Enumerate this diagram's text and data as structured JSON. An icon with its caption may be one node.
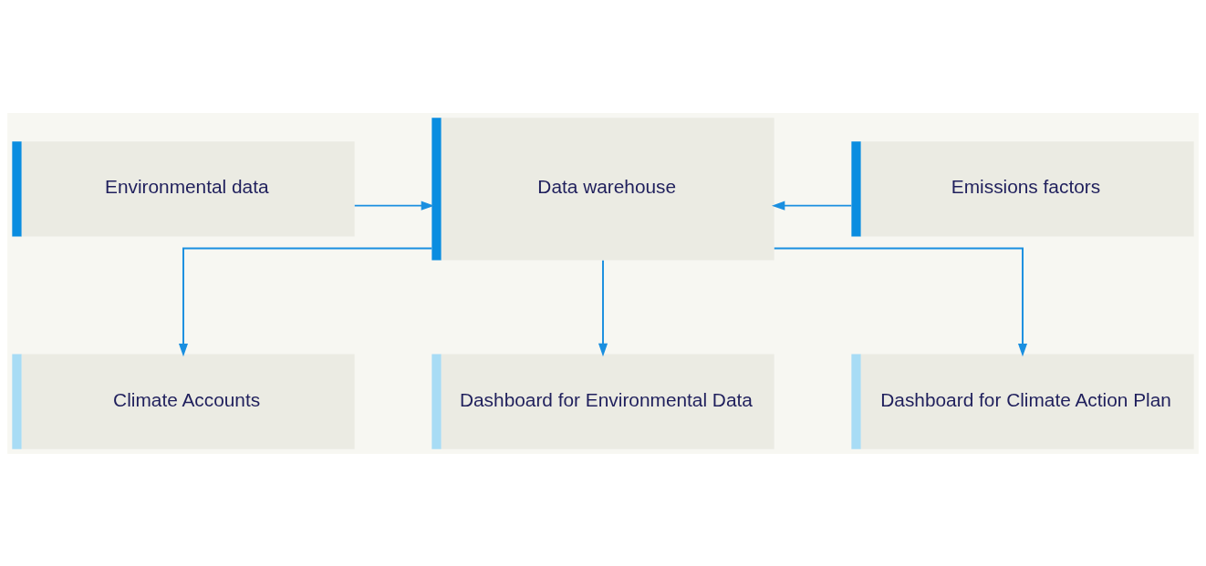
{
  "diagram": {
    "nodes": [
      {
        "text": [
          "Environmental data"
        ]
      },
      {
        "text": [
          "Data warehouse"
        ]
      },
      {
        "text": [
          "Emissions factors"
        ]
      },
      {
        "text": [
          "Climate Accounts"
        ]
      },
      {
        "text": [
          "Dashboard for Environmental Data"
        ]
      },
      {
        "text": [
          "Dashboard for Climate Action Plan"
        ]
      }
    ],
    "edges": [
      {
        "from": 0,
        "to": 1,
        "arrow": "to"
      },
      {
        "from": 2,
        "to": 1,
        "arrow": "to"
      },
      {
        "from": 1,
        "to": 3,
        "arrow": "to"
      },
      {
        "from": 1,
        "to": 4,
        "arrow": "to"
      },
      {
        "from": 1,
        "to": 5,
        "arrow": "to"
      }
    ]
  }
}
